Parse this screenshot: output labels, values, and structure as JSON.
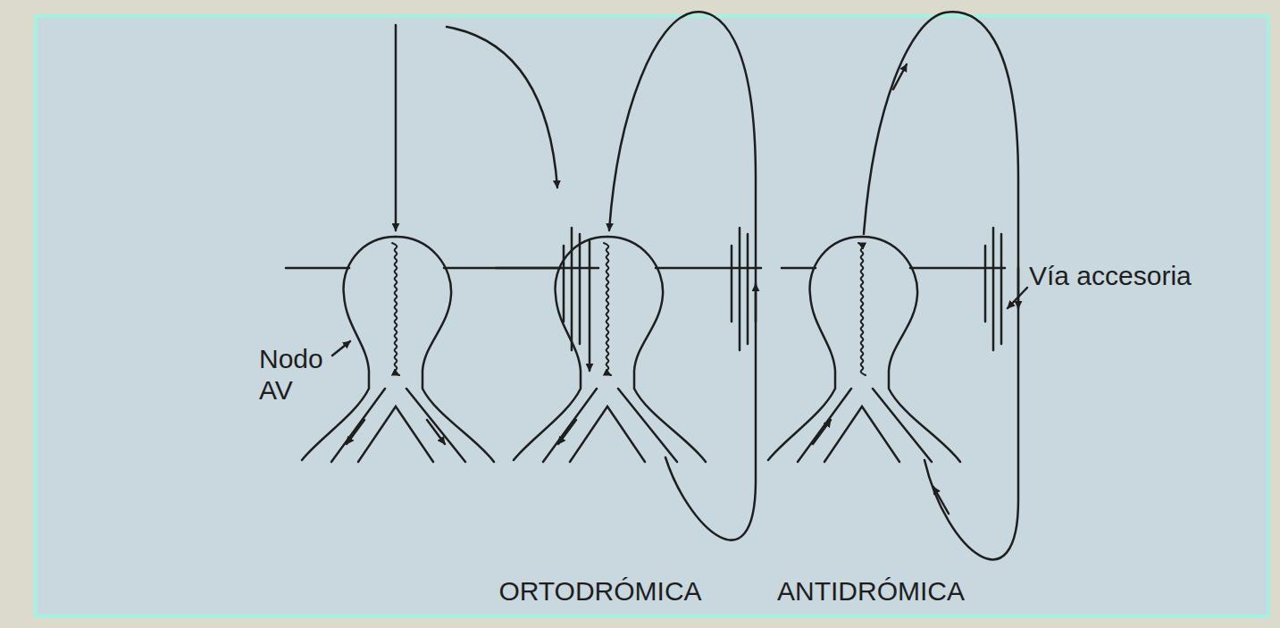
{
  "diagram": {
    "labels": [
      "Nodo AV",
      "ORTODRÓMICA",
      "ANTIDRÓMICA",
      "Vía accesoria"
    ]
  }
}
